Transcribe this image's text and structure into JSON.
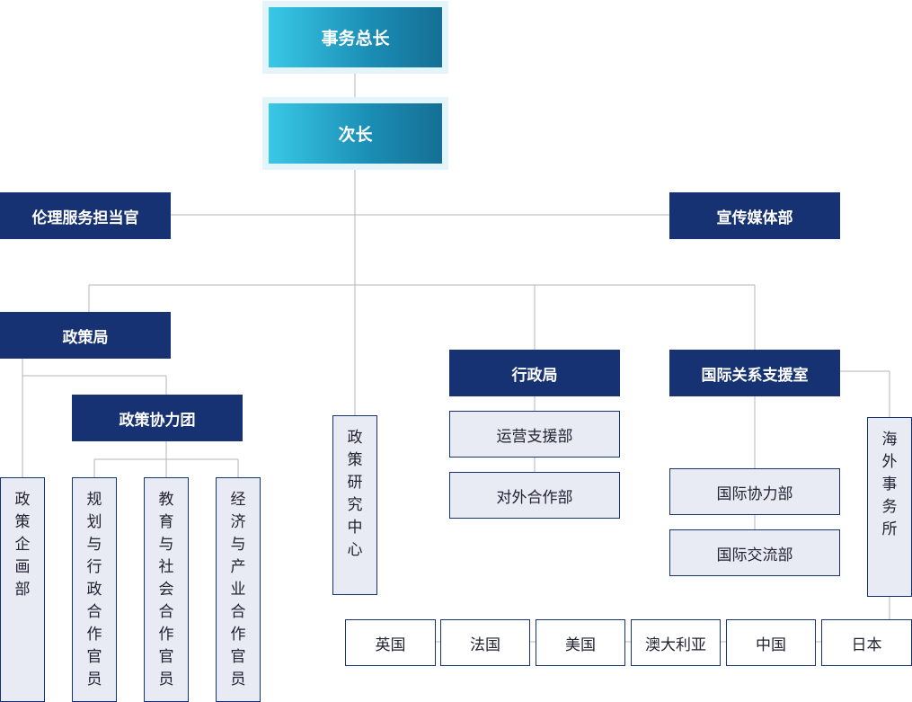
{
  "top": {
    "secretary_general": "事务总长",
    "deputy": "次长"
  },
  "ethics": "伦理服务担当官",
  "media": "宣传媒体部",
  "policy_bureau": "政策局",
  "policy_coop_group": "政策协力团",
  "policy_planning": [
    "政",
    "策",
    "企",
    "画",
    "部"
  ],
  "planning_admin": [
    "规",
    "划",
    "与",
    "行",
    "政",
    "合",
    "作",
    "官",
    "员"
  ],
  "education_social": [
    "教",
    "育",
    "与",
    "社",
    "会",
    "合",
    "作",
    "官",
    "员"
  ],
  "economy_industry": [
    "经",
    "济",
    "与",
    "产",
    "业",
    "合",
    "作",
    "官",
    "员"
  ],
  "research_center": [
    "政",
    "策",
    "研",
    "究",
    "中",
    "心"
  ],
  "admin_bureau": "行政局",
  "operations_support": "运营支援部",
  "external_cooperation": "对外合作部",
  "intl_relations": "国际关系支援室",
  "intl_cooperation": "国际协力部",
  "intl_exchange": "国际交流部",
  "overseas_office": [
    "海",
    "外",
    "事",
    "务",
    "所"
  ],
  "countries": [
    "英国",
    "法国",
    "美国",
    "澳大利亚",
    "中国",
    "日本"
  ],
  "colors": {
    "navy": "#173272",
    "light": "#e8ebf3",
    "cyan": "#39c8e6",
    "line": "#b5b5b5"
  }
}
